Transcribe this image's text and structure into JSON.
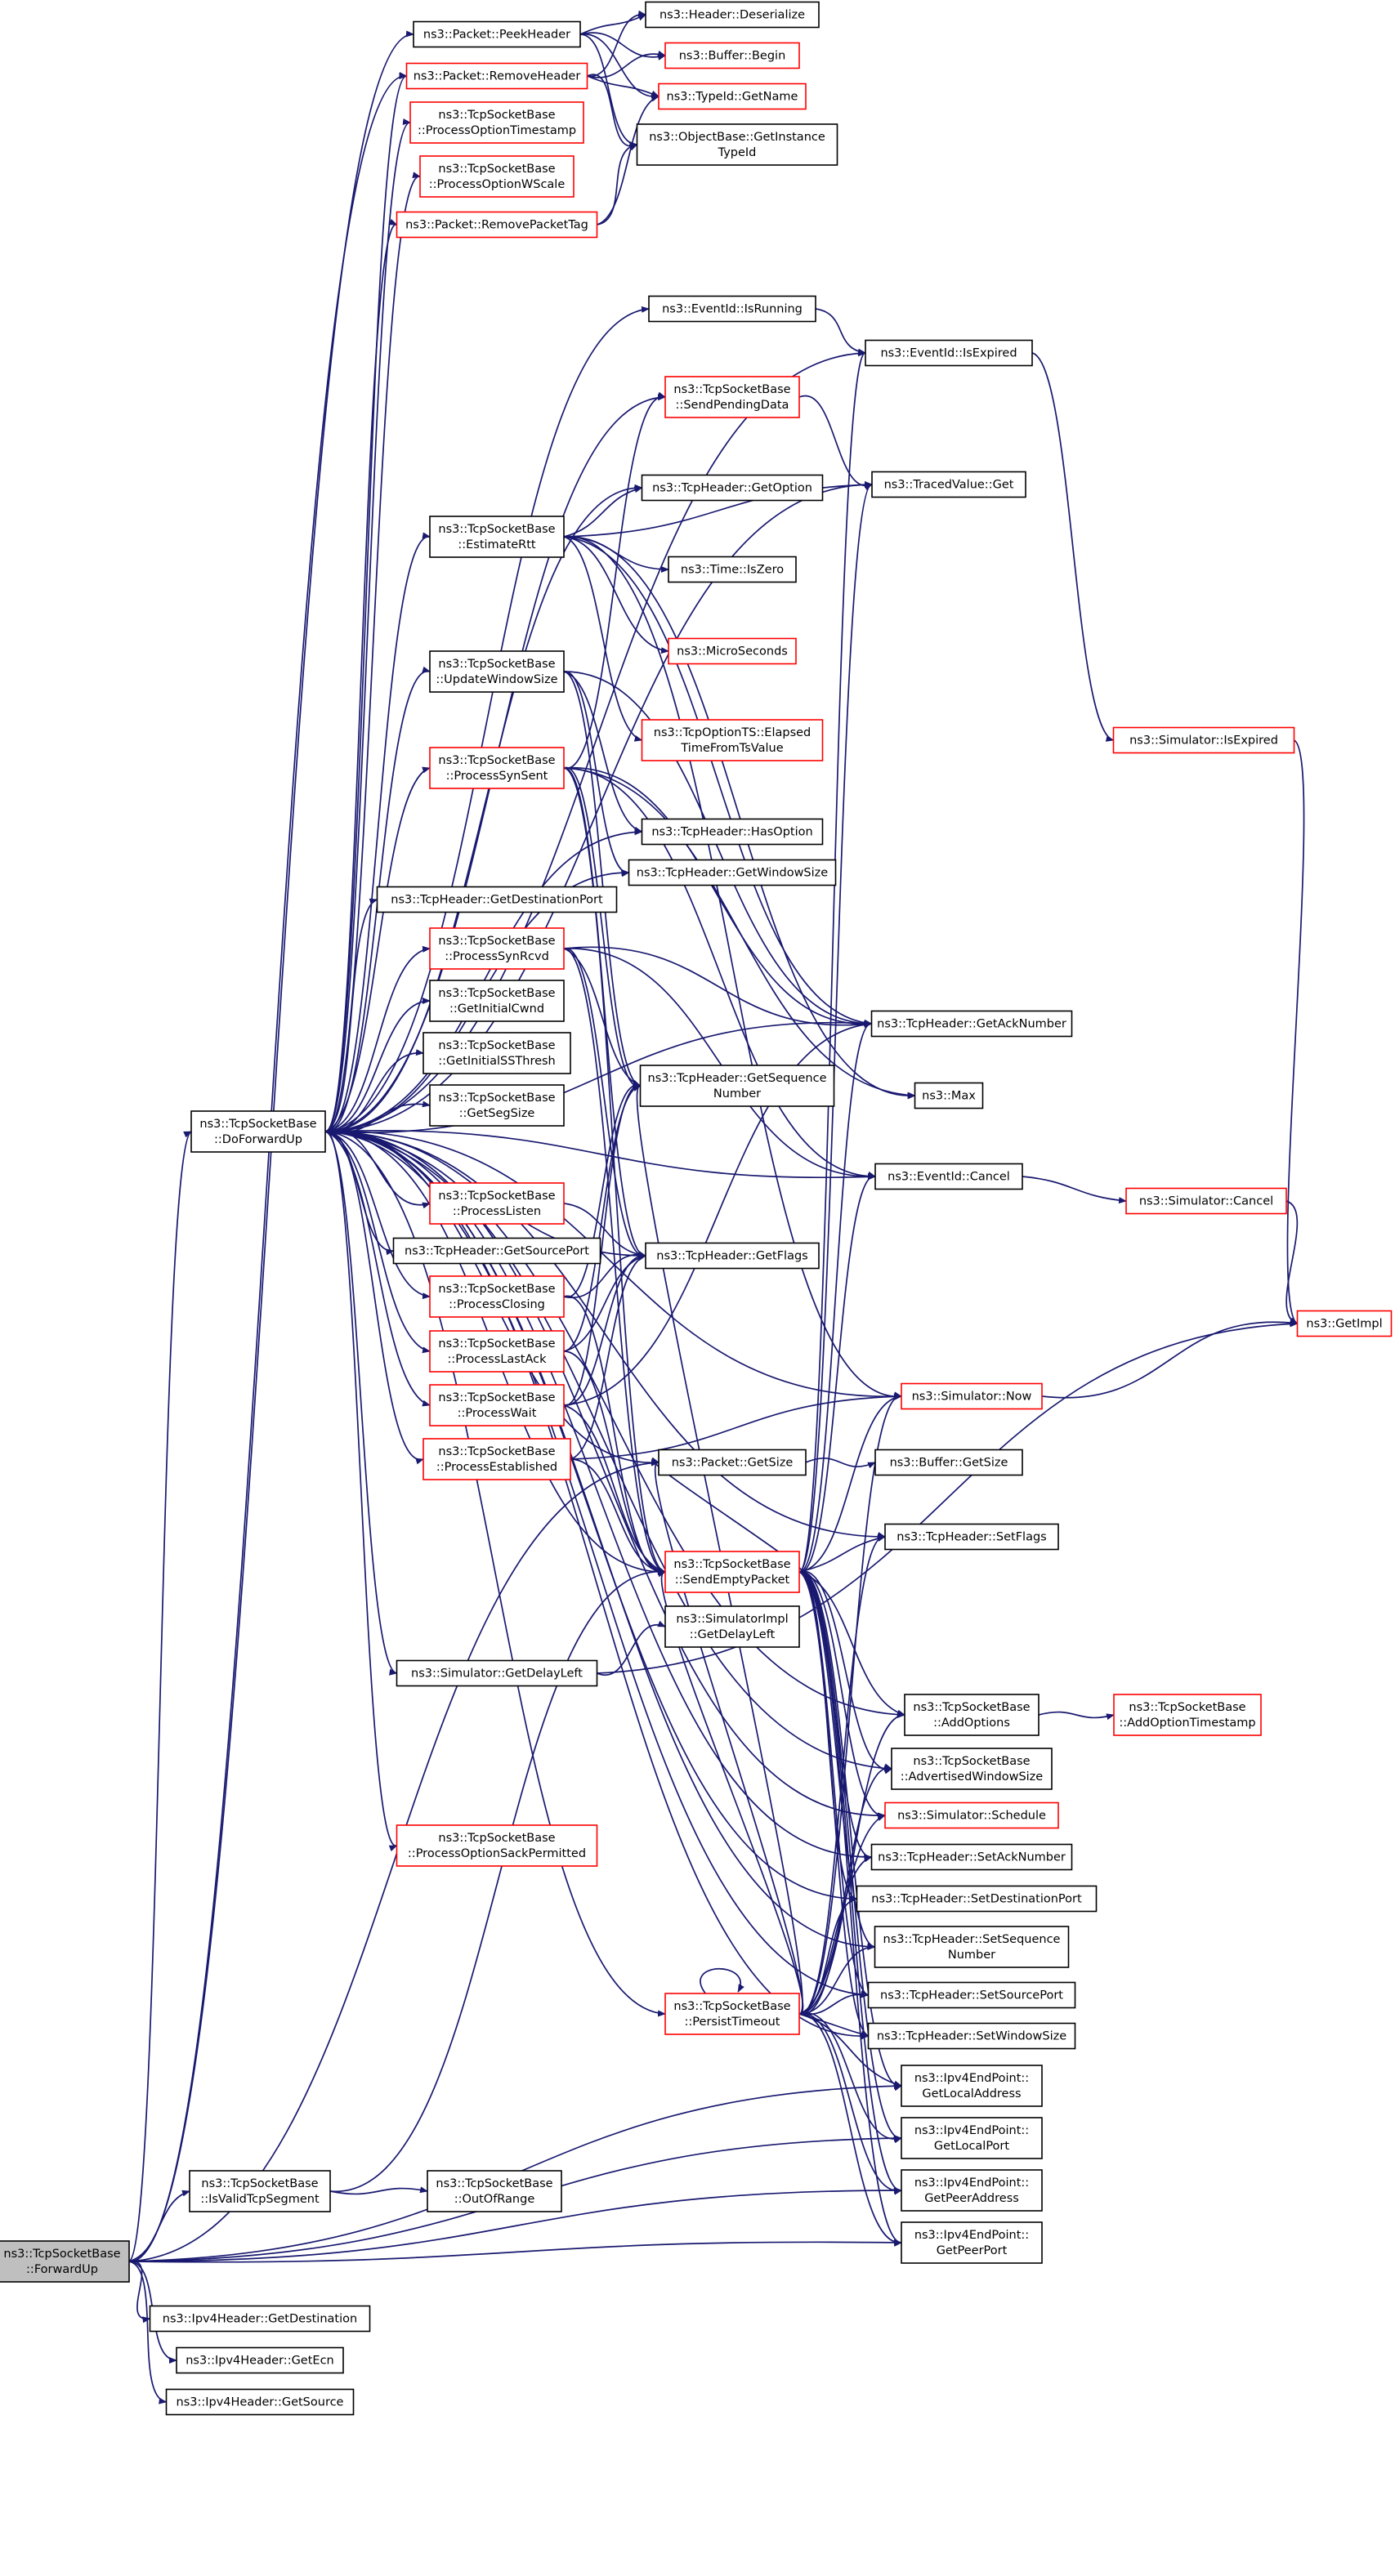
{
  "colors": {
    "edge": "#191970",
    "border_default": "#000000",
    "border_truncated": "#ff0000",
    "fill_default": "#ffffff",
    "fill_root": "#bfbfbf"
  },
  "nodes": [
    {
      "id": "fwd",
      "lines": [
        "ns3::TcpSocketBase",
        "::ForwardUp"
      ],
      "style": "root"
    },
    {
      "id": "doforward",
      "lines": [
        "ns3::TcpSocketBase",
        "::DoForwardUp"
      ],
      "style": "normal"
    },
    {
      "id": "istcpseg",
      "lines": [
        "ns3::TcpSocketBase",
        "::IsValidTcpSegment"
      ],
      "style": "normal"
    },
    {
      "id": "outofrange",
      "lines": [
        "ns3::TcpSocketBase",
        "::OutOfRange"
      ],
      "style": "normal"
    },
    {
      "id": "ipv4dest",
      "lines": [
        "ns3::Ipv4Header::GetDestination"
      ],
      "style": "normal"
    },
    {
      "id": "ipv4ecn",
      "lines": [
        "ns3::Ipv4Header::GetEcn"
      ],
      "style": "normal"
    },
    {
      "id": "ipv4src",
      "lines": [
        "ns3::Ipv4Header::GetSource"
      ],
      "style": "normal"
    },
    {
      "id": "peekheader",
      "lines": [
        "ns3::Packet::PeekHeader"
      ],
      "style": "normal"
    },
    {
      "id": "removeheader",
      "lines": [
        "ns3::Packet::RemoveHeader"
      ],
      "style": "truncated"
    },
    {
      "id": "optts",
      "lines": [
        "ns3::TcpSocketBase",
        "::ProcessOptionTimestamp"
      ],
      "style": "truncated"
    },
    {
      "id": "optwscale",
      "lines": [
        "ns3::TcpSocketBase",
        "::ProcessOptionWScale"
      ],
      "style": "truncated"
    },
    {
      "id": "removetag",
      "lines": [
        "ns3::Packet::RemovePacketTag"
      ],
      "style": "truncated"
    },
    {
      "id": "hdrdeser",
      "lines": [
        "ns3::Header::Deserialize"
      ],
      "style": "normal"
    },
    {
      "id": "bufbegin",
      "lines": [
        "ns3::Buffer::Begin"
      ],
      "style": "truncated"
    },
    {
      "id": "typeidname",
      "lines": [
        "ns3::TypeId::GetName"
      ],
      "style": "truncated"
    },
    {
      "id": "objtypeid",
      "lines": [
        "ns3::ObjectBase::GetInstance",
        "TypeId"
      ],
      "style": "normal"
    },
    {
      "id": "evrunning",
      "lines": [
        "ns3::EventId::IsRunning"
      ],
      "style": "normal"
    },
    {
      "id": "evexpired",
      "lines": [
        "ns3::EventId::IsExpired"
      ],
      "style": "normal"
    },
    {
      "id": "sendpending",
      "lines": [
        "ns3::TcpSocketBase",
        "::SendPendingData"
      ],
      "style": "truncated"
    },
    {
      "id": "tracedget",
      "lines": [
        "ns3::TracedValue::Get"
      ],
      "style": "normal"
    },
    {
      "id": "getoption",
      "lines": [
        "ns3::TcpHeader::GetOption"
      ],
      "style": "normal"
    },
    {
      "id": "estimatertt",
      "lines": [
        "ns3::TcpSocketBase",
        "::EstimateRtt"
      ],
      "style": "normal"
    },
    {
      "id": "timezero",
      "lines": [
        "ns3::Time::IsZero"
      ],
      "style": "normal"
    },
    {
      "id": "micro",
      "lines": [
        "ns3::MicroSeconds"
      ],
      "style": "truncated"
    },
    {
      "id": "updwin",
      "lines": [
        "ns3::TcpSocketBase",
        "::UpdateWindowSize"
      ],
      "style": "normal"
    },
    {
      "id": "elapsed",
      "lines": [
        "ns3::TcpOptionTS::Elapsed",
        "TimeFromTsValue"
      ],
      "style": "truncated"
    },
    {
      "id": "simexpired",
      "lines": [
        "ns3::Simulator::IsExpired"
      ],
      "style": "truncated"
    },
    {
      "id": "synsent",
      "lines": [
        "ns3::TcpSocketBase",
        "::ProcessSynSent"
      ],
      "style": "truncated"
    },
    {
      "id": "hasoption",
      "lines": [
        "ns3::TcpHeader::HasOption"
      ],
      "style": "normal"
    },
    {
      "id": "getwinsize",
      "lines": [
        "ns3::TcpHeader::GetWindowSize"
      ],
      "style": "normal"
    },
    {
      "id": "getdstport",
      "lines": [
        "ns3::TcpHeader::GetDestinationPort"
      ],
      "style": "normal"
    },
    {
      "id": "synrcvd",
      "lines": [
        "ns3::TcpSocketBase",
        "::ProcessSynRcvd"
      ],
      "style": "truncated"
    },
    {
      "id": "initcwnd",
      "lines": [
        "ns3::TcpSocketBase",
        "::GetInitialCwnd"
      ],
      "style": "normal"
    },
    {
      "id": "initssth",
      "lines": [
        "ns3::TcpSocketBase",
        "::GetInitialSSThresh"
      ],
      "style": "normal"
    },
    {
      "id": "segsize",
      "lines": [
        "ns3::TcpSocketBase",
        "::GetSegSize"
      ],
      "style": "normal"
    },
    {
      "id": "getacknum",
      "lines": [
        "ns3::TcpHeader::GetAckNumber"
      ],
      "style": "normal"
    },
    {
      "id": "getseqnum",
      "lines": [
        "ns3::TcpHeader::GetSequence",
        "Number"
      ],
      "style": "normal"
    },
    {
      "id": "max",
      "lines": [
        "ns3::Max"
      ],
      "style": "normal"
    },
    {
      "id": "listen",
      "lines": [
        "ns3::TcpSocketBase",
        "::ProcessListen"
      ],
      "style": "truncated"
    },
    {
      "id": "evcancel",
      "lines": [
        "ns3::EventId::Cancel"
      ],
      "style": "normal"
    },
    {
      "id": "simcancel",
      "lines": [
        "ns3::Simulator::Cancel"
      ],
      "style": "truncated"
    },
    {
      "id": "getsrcport",
      "lines": [
        "ns3::TcpHeader::GetSourcePort"
      ],
      "style": "normal"
    },
    {
      "id": "getflags",
      "lines": [
        "ns3::TcpHeader::GetFlags"
      ],
      "style": "normal"
    },
    {
      "id": "closing",
      "lines": [
        "ns3::TcpSocketBase",
        "::ProcessClosing"
      ],
      "style": "truncated"
    },
    {
      "id": "getimpl",
      "lines": [
        "ns3::GetImpl"
      ],
      "style": "truncated"
    },
    {
      "id": "lastack",
      "lines": [
        "ns3::TcpSocketBase",
        "::ProcessLastAck"
      ],
      "style": "truncated"
    },
    {
      "id": "simnow",
      "lines": [
        "ns3::Simulator::Now"
      ],
      "style": "truncated"
    },
    {
      "id": "wait",
      "lines": [
        "ns3::TcpSocketBase",
        "::ProcessWait"
      ],
      "style": "truncated"
    },
    {
      "id": "established",
      "lines": [
        "ns3::TcpSocketBase",
        "::ProcessEstablished"
      ],
      "style": "truncated"
    },
    {
      "id": "pktsize",
      "lines": [
        "ns3::Packet::GetSize"
      ],
      "style": "normal"
    },
    {
      "id": "bufsize",
      "lines": [
        "ns3::Buffer::GetSize"
      ],
      "style": "normal"
    },
    {
      "id": "sendempty",
      "lines": [
        "ns3::TcpSocketBase",
        "::SendEmptyPacket"
      ],
      "style": "truncated"
    },
    {
      "id": "setflags",
      "lines": [
        "ns3::TcpHeader::SetFlags"
      ],
      "style": "normal"
    },
    {
      "id": "simimpldelay",
      "lines": [
        "ns3::SimulatorImpl",
        "::GetDelayLeft"
      ],
      "style": "normal"
    },
    {
      "id": "simdelay",
      "lines": [
        "ns3::Simulator::GetDelayLeft"
      ],
      "style": "normal"
    },
    {
      "id": "addoptions",
      "lines": [
        "ns3::TcpSocketBase",
        "::AddOptions"
      ],
      "style": "normal"
    },
    {
      "id": "addoptts",
      "lines": [
        "ns3::TcpSocketBase",
        "::AddOptionTimestamp"
      ],
      "style": "truncated"
    },
    {
      "id": "advwin",
      "lines": [
        "ns3::TcpSocketBase",
        "::AdvertisedWindowSize"
      ],
      "style": "normal"
    },
    {
      "id": "sackperm",
      "lines": [
        "ns3::TcpSocketBase",
        "::ProcessOptionSackPermitted"
      ],
      "style": "truncated"
    },
    {
      "id": "schedule",
      "lines": [
        "ns3::Simulator::Schedule"
      ],
      "style": "truncated"
    },
    {
      "id": "setack",
      "lines": [
        "ns3::TcpHeader::SetAckNumber"
      ],
      "style": "normal"
    },
    {
      "id": "setdstport",
      "lines": [
        "ns3::TcpHeader::SetDestinationPort"
      ],
      "style": "normal"
    },
    {
      "id": "setseq",
      "lines": [
        "ns3::TcpHeader::SetSequence",
        "Number"
      ],
      "style": "normal"
    },
    {
      "id": "persist",
      "lines": [
        "ns3::TcpSocketBase",
        "::PersistTimeout"
      ],
      "style": "truncated"
    },
    {
      "id": "setsrcport",
      "lines": [
        "ns3::TcpHeader::SetSourcePort"
      ],
      "style": "normal"
    },
    {
      "id": "setwin",
      "lines": [
        "ns3::TcpHeader::SetWindowSize"
      ],
      "style": "normal"
    },
    {
      "id": "eplocaladdr",
      "lines": [
        "ns3::Ipv4EndPoint::",
        "GetLocalAddress"
      ],
      "style": "normal"
    },
    {
      "id": "eplocalport",
      "lines": [
        "ns3::Ipv4EndPoint::",
        "GetLocalPort"
      ],
      "style": "normal"
    },
    {
      "id": "eppeeraddr",
      "lines": [
        "ns3::Ipv4EndPoint::",
        "GetPeerAddress"
      ],
      "style": "normal"
    },
    {
      "id": "eppeerport",
      "lines": [
        "ns3::Ipv4EndPoint::",
        "GetPeerPort"
      ],
      "style": "normal"
    }
  ],
  "edges": [
    [
      "fwd",
      "doforward"
    ],
    [
      "fwd",
      "istcpseg"
    ],
    [
      "fwd",
      "ipv4dest"
    ],
    [
      "fwd",
      "ipv4ecn"
    ],
    [
      "fwd",
      "ipv4src"
    ],
    [
      "fwd",
      "peekheader"
    ],
    [
      "fwd",
      "removeheader"
    ],
    [
      "fwd",
      "pktsize"
    ],
    [
      "fwd",
      "eplocaladdr"
    ],
    [
      "fwd",
      "eplocalport"
    ],
    [
      "fwd",
      "eppeeraddr"
    ],
    [
      "fwd",
      "eppeerport"
    ],
    [
      "istcpseg",
      "outofrange"
    ],
    [
      "istcpseg",
      "sendempty"
    ],
    [
      "peekheader",
      "hdrdeser"
    ],
    [
      "peekheader",
      "bufbegin"
    ],
    [
      "peekheader",
      "typeidname"
    ],
    [
      "peekheader",
      "objtypeid"
    ],
    [
      "removeheader",
      "hdrdeser"
    ],
    [
      "removeheader",
      "bufbegin"
    ],
    [
      "removeheader",
      "typeidname"
    ],
    [
      "removeheader",
      "objtypeid"
    ],
    [
      "removetag",
      "typeidname"
    ],
    [
      "removetag",
      "objtypeid"
    ],
    [
      "doforward",
      "removeheader"
    ],
    [
      "doforward",
      "optts"
    ],
    [
      "doforward",
      "optwscale"
    ],
    [
      "doforward",
      "removetag"
    ],
    [
      "doforward",
      "evrunning"
    ],
    [
      "doforward",
      "evexpired"
    ],
    [
      "doforward",
      "sendpending"
    ],
    [
      "doforward",
      "tracedget"
    ],
    [
      "doforward",
      "getoption"
    ],
    [
      "doforward",
      "estimatertt"
    ],
    [
      "doforward",
      "updwin"
    ],
    [
      "doforward",
      "synsent"
    ],
    [
      "doforward",
      "getdstport"
    ],
    [
      "doforward",
      "synrcvd"
    ],
    [
      "doforward",
      "initcwnd"
    ],
    [
      "doforward",
      "initssth"
    ],
    [
      "doforward",
      "segsize"
    ],
    [
      "doforward",
      "getacknum"
    ],
    [
      "doforward",
      "listen"
    ],
    [
      "doforward",
      "evcancel"
    ],
    [
      "doforward",
      "getsrcport"
    ],
    [
      "doforward",
      "getflags"
    ],
    [
      "doforward",
      "closing"
    ],
    [
      "doforward",
      "lastack"
    ],
    [
      "doforward",
      "wait"
    ],
    [
      "doforward",
      "established"
    ],
    [
      "doforward",
      "pktsize"
    ],
    [
      "doforward",
      "sendempty"
    ],
    [
      "doforward",
      "setflags"
    ],
    [
      "doforward",
      "simdelay"
    ],
    [
      "doforward",
      "addoptions"
    ],
    [
      "doforward",
      "advwin"
    ],
    [
      "doforward",
      "sackperm"
    ],
    [
      "doforward",
      "schedule"
    ],
    [
      "doforward",
      "setack"
    ],
    [
      "doforward",
      "setdstport"
    ],
    [
      "doforward",
      "setseq"
    ],
    [
      "doforward",
      "persist"
    ],
    [
      "doforward",
      "setsrcport"
    ],
    [
      "doforward",
      "setwin"
    ],
    [
      "doforward",
      "simnow"
    ],
    [
      "doforward",
      "hasoption"
    ],
    [
      "doforward",
      "getwinsize"
    ],
    [
      "evrunning",
      "evexpired"
    ],
    [
      "evexpired",
      "simexpired"
    ],
    [
      "simexpired",
      "getimpl"
    ],
    [
      "sendpending",
      "tracedget"
    ],
    [
      "estimatertt",
      "getoption"
    ],
    [
      "estimatertt",
      "tracedget"
    ],
    [
      "estimatertt",
      "timezero"
    ],
    [
      "estimatertt",
      "micro"
    ],
    [
      "estimatertt",
      "elapsed"
    ],
    [
      "estimatertt",
      "getacknum"
    ],
    [
      "estimatertt",
      "simnow"
    ],
    [
      "estimatertt",
      "max"
    ],
    [
      "updwin",
      "getwinsize"
    ],
    [
      "updwin",
      "getacknum"
    ],
    [
      "updwin",
      "getseqnum"
    ],
    [
      "updwin",
      "hasoption"
    ],
    [
      "synsent",
      "sendpending"
    ],
    [
      "synsent",
      "getseqnum"
    ],
    [
      "synsent",
      "getacknum"
    ],
    [
      "synsent",
      "getflags"
    ],
    [
      "synsent",
      "evcancel"
    ],
    [
      "synsent",
      "sendempty"
    ],
    [
      "synsent",
      "max"
    ],
    [
      "synrcvd",
      "getseqnum"
    ],
    [
      "synrcvd",
      "getacknum"
    ],
    [
      "synrcvd",
      "getflags"
    ],
    [
      "synrcvd",
      "evcancel"
    ],
    [
      "synrcvd",
      "sendempty"
    ],
    [
      "listen",
      "getflags"
    ],
    [
      "closing",
      "getflags"
    ],
    [
      "closing",
      "getseqnum"
    ],
    [
      "closing",
      "sendempty"
    ],
    [
      "lastack",
      "getflags"
    ],
    [
      "lastack",
      "getseqnum"
    ],
    [
      "lastack",
      "sendempty"
    ],
    [
      "wait",
      "getflags"
    ],
    [
      "wait",
      "getseqnum"
    ],
    [
      "wait",
      "sendempty"
    ],
    [
      "wait",
      "getacknum"
    ],
    [
      "established",
      "getflags"
    ],
    [
      "established",
      "simnow"
    ],
    [
      "established",
      "sendempty"
    ],
    [
      "evcancel",
      "simcancel"
    ],
    [
      "simcancel",
      "getimpl"
    ],
    [
      "simnow",
      "getimpl"
    ],
    [
      "pktsize",
      "bufsize"
    ],
    [
      "sendempty",
      "setflags"
    ],
    [
      "sendempty",
      "simnow"
    ],
    [
      "sendempty",
      "tracedget"
    ],
    [
      "sendempty",
      "evexpired"
    ],
    [
      "sendempty",
      "evcancel"
    ],
    [
      "sendempty",
      "addoptions"
    ],
    [
      "sendempty",
      "advwin"
    ],
    [
      "sendempty",
      "schedule"
    ],
    [
      "sendempty",
      "setack"
    ],
    [
      "sendempty",
      "setdstport"
    ],
    [
      "sendempty",
      "setseq"
    ],
    [
      "sendempty",
      "setsrcport"
    ],
    [
      "sendempty",
      "setwin"
    ],
    [
      "sendempty",
      "eplocaladdr"
    ],
    [
      "sendempty",
      "eplocalport"
    ],
    [
      "sendempty",
      "eppeeraddr"
    ],
    [
      "sendempty",
      "eppeerport"
    ],
    [
      "sendempty",
      "getacknum"
    ],
    [
      "sendempty",
      "pktsize"
    ],
    [
      "simdelay",
      "simimpldelay"
    ],
    [
      "simdelay",
      "getimpl"
    ],
    [
      "addoptions",
      "addoptts"
    ],
    [
      "persist",
      "persist"
    ],
    [
      "persist",
      "sendempty"
    ],
    [
      "persist",
      "getseqnum"
    ],
    [
      "persist",
      "simnow"
    ],
    [
      "persist",
      "advwin"
    ],
    [
      "persist",
      "schedule"
    ],
    [
      "persist",
      "setack"
    ],
    [
      "persist",
      "setdstport"
    ],
    [
      "persist",
      "setseq"
    ],
    [
      "persist",
      "setsrcport"
    ],
    [
      "persist",
      "setwin"
    ],
    [
      "persist",
      "eplocaladdr"
    ],
    [
      "persist",
      "eplocalport"
    ],
    [
      "persist",
      "eppeeraddr"
    ],
    [
      "persist",
      "eppeerport"
    ],
    [
      "persist",
      "addoptions"
    ],
    [
      "persist",
      "pktsize"
    ],
    [
      "persist",
      "setflags"
    ]
  ]
}
